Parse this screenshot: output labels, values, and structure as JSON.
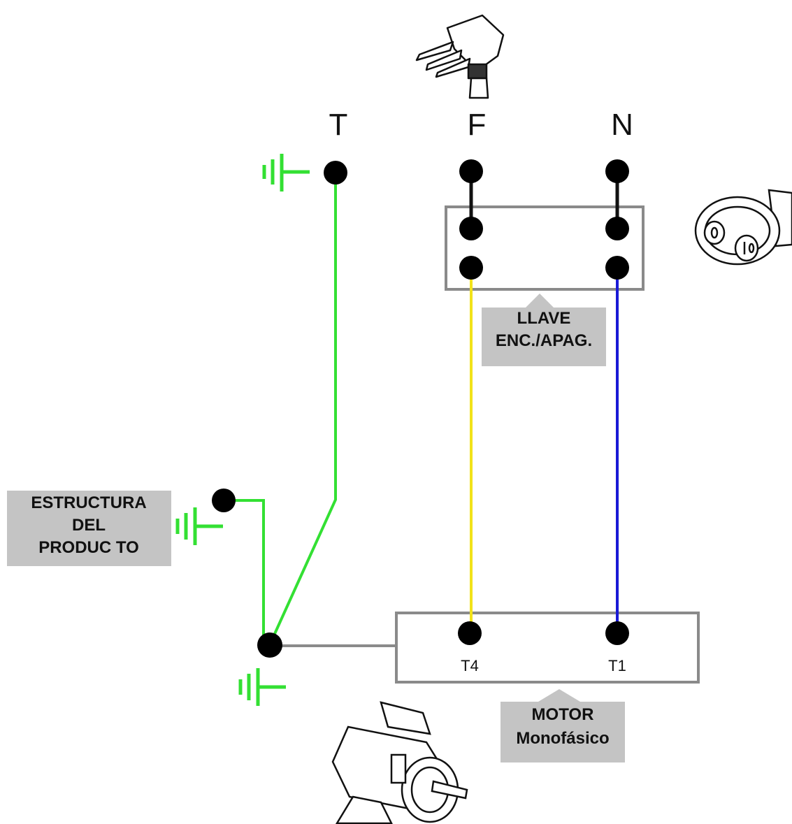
{
  "terminals": {
    "earth": "T",
    "phase": "F",
    "neutral": "N"
  },
  "switch_callout": {
    "line1": "LLAVE",
    "line2": "ENC./APAG."
  },
  "structure_callout": {
    "line1": "ESTRUCTURA",
    "line2": "DEL",
    "line3": "PRODUC TO"
  },
  "motor_terminals": {
    "left": "T4",
    "right": "T1"
  },
  "motor_callout": {
    "line1": "MOTOR",
    "line2": "Monofásico"
  },
  "icons": [
    "plug-icon",
    "switch-icon",
    "motor-icon",
    "ground-symbol-icon"
  ],
  "colors": {
    "ground_wire": "#33e033",
    "phase_wire": "#f2e21a",
    "neutral_wire": "#1a1ad6",
    "bridge_wire": "#111111",
    "box_border": "#8a8a8a",
    "callout_fill": "#c4c4c4"
  }
}
